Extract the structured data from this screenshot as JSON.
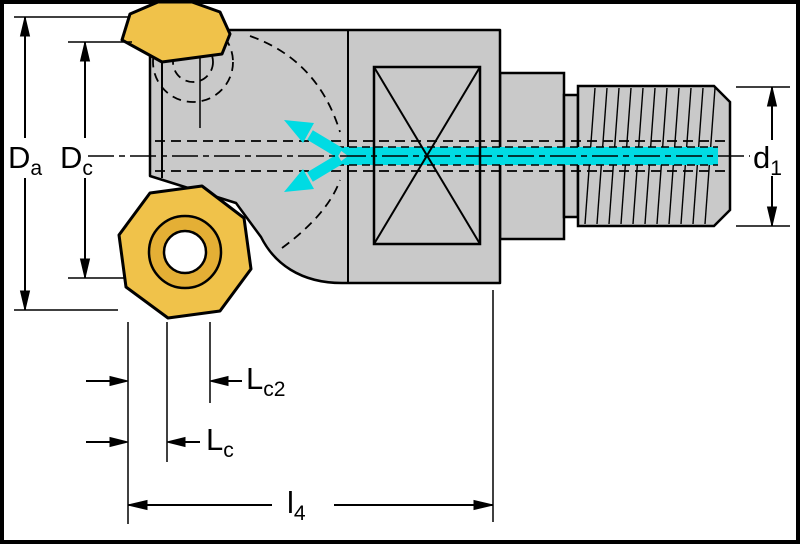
{
  "diagram": {
    "kind": "technical-drawing",
    "subject": "indexable milling cutter with octagonal inserts, internal coolant channel and threaded adapter shank",
    "colors": {
      "body": "#c9c9c9",
      "insert": "#f0c24a",
      "insert_ring": "#e4af35",
      "hole": "#ffffff",
      "coolant": "#00dbe3",
      "outline": "#000000",
      "background": "#ffffff"
    },
    "labels": {
      "Da": {
        "main": "D",
        "sub": "a"
      },
      "Dc": {
        "main": "D",
        "sub": "c"
      },
      "d1": {
        "main": "d",
        "sub": "1"
      },
      "Lc2": {
        "main": "L",
        "sub": "c2"
      },
      "Lc": {
        "main": "L",
        "sub": "c"
      },
      "l4": {
        "main": "l",
        "sub": "4"
      }
    }
  }
}
